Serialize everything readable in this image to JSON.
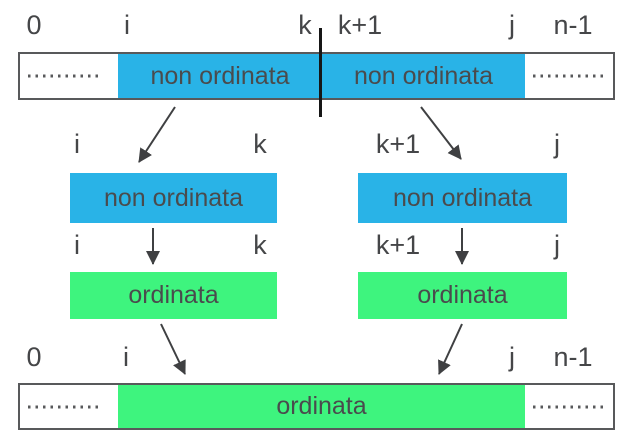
{
  "diagram_title": "merge-sort-array-diagram",
  "colors": {
    "unsorted_fill": "#29b3e7",
    "sorted_fill": "#3ef47e",
    "outline": "#58595b",
    "label_text": "#454648",
    "arrow": "#3f4042",
    "divider": "#161616"
  },
  "top": {
    "labels": [
      "0",
      "i",
      "k",
      "k+1",
      "j",
      "n-1"
    ],
    "left_segment_text": "non ordinata",
    "right_segment_text": "non ordinata"
  },
  "middle": {
    "left": {
      "unsorted_labels": [
        "i",
        "k"
      ],
      "unsorted_text": "non ordinata",
      "sorted_labels": [
        "i",
        "k"
      ],
      "sorted_text": "ordinata"
    },
    "right": {
      "unsorted_labels": [
        "k+1",
        "j"
      ],
      "unsorted_text": "non ordinata",
      "sorted_labels": [
        "k+1",
        "j"
      ],
      "sorted_text": "ordinata"
    }
  },
  "bottom": {
    "labels": [
      "0",
      "i",
      "j",
      "n-1"
    ],
    "segment_text": "ordinata"
  }
}
